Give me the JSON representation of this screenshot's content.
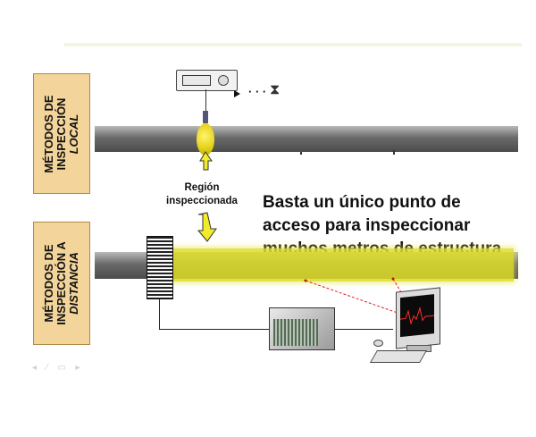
{
  "top_section": {
    "label_line1": "MÉTODOS DE",
    "label_line2": "INSPECCIÓN",
    "label_line3": "LOCAL"
  },
  "bottom_section": {
    "label_line1": "MÉTODOS DE",
    "label_line2": "INSPECCIÓN A",
    "label_line3": "DISTANCIA"
  },
  "region_label": {
    "line1": "Región",
    "line2": "inspeccionada"
  },
  "instrument_dots": "· · ·",
  "hourglass": "⧗",
  "main_text": {
    "line1": "Basta un único punto de",
    "line2": "acceso para inspeccionar",
    "line3": "muchos metros de estructura"
  },
  "controls": "◂ ⁄ ▭ ▸",
  "colors": {
    "label_box": "#f3d59b",
    "highlight_yellow": "#dede28",
    "pipe_dark": "#4b4b4b",
    "laser_red": "#e02020"
  }
}
